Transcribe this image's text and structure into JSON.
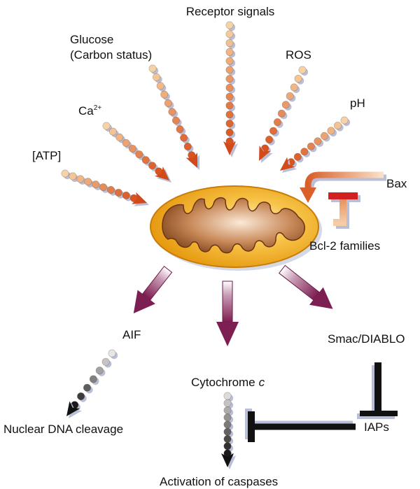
{
  "labels": {
    "receptor": "Receptor signals",
    "glucose_line1": "Glucose",
    "glucose_line2": "(Carbon status)",
    "ros": "ROS",
    "ca_base": "Ca",
    "ca_sup": "2+",
    "ph": "pH",
    "atp": "[ATP]",
    "bax": "Bax",
    "bcl2": "Bcl-2 families",
    "aif": "AIF",
    "smac": "Smac/DIABLO",
    "cytochrome": "Cytochrome",
    "cytochrome_c": "c",
    "nuclear": "Nuclear DNA cleavage",
    "iaps": "IAPs",
    "caspases": "Activation of caspases"
  },
  "colors": {
    "bead_light": "#f6d3a6",
    "bead_dark": "#d8531e",
    "arrowhead": "#d24a1a",
    "mito_outer": "#f2a415",
    "mito_inner": "#8a4a1c",
    "purple_arrow": "#8a2a5e",
    "bax_arrow": "#e08a5a",
    "inhibit_red": "#d21f1f",
    "inhibit_black": "#111111",
    "shadow": "#b9bfd6"
  }
}
